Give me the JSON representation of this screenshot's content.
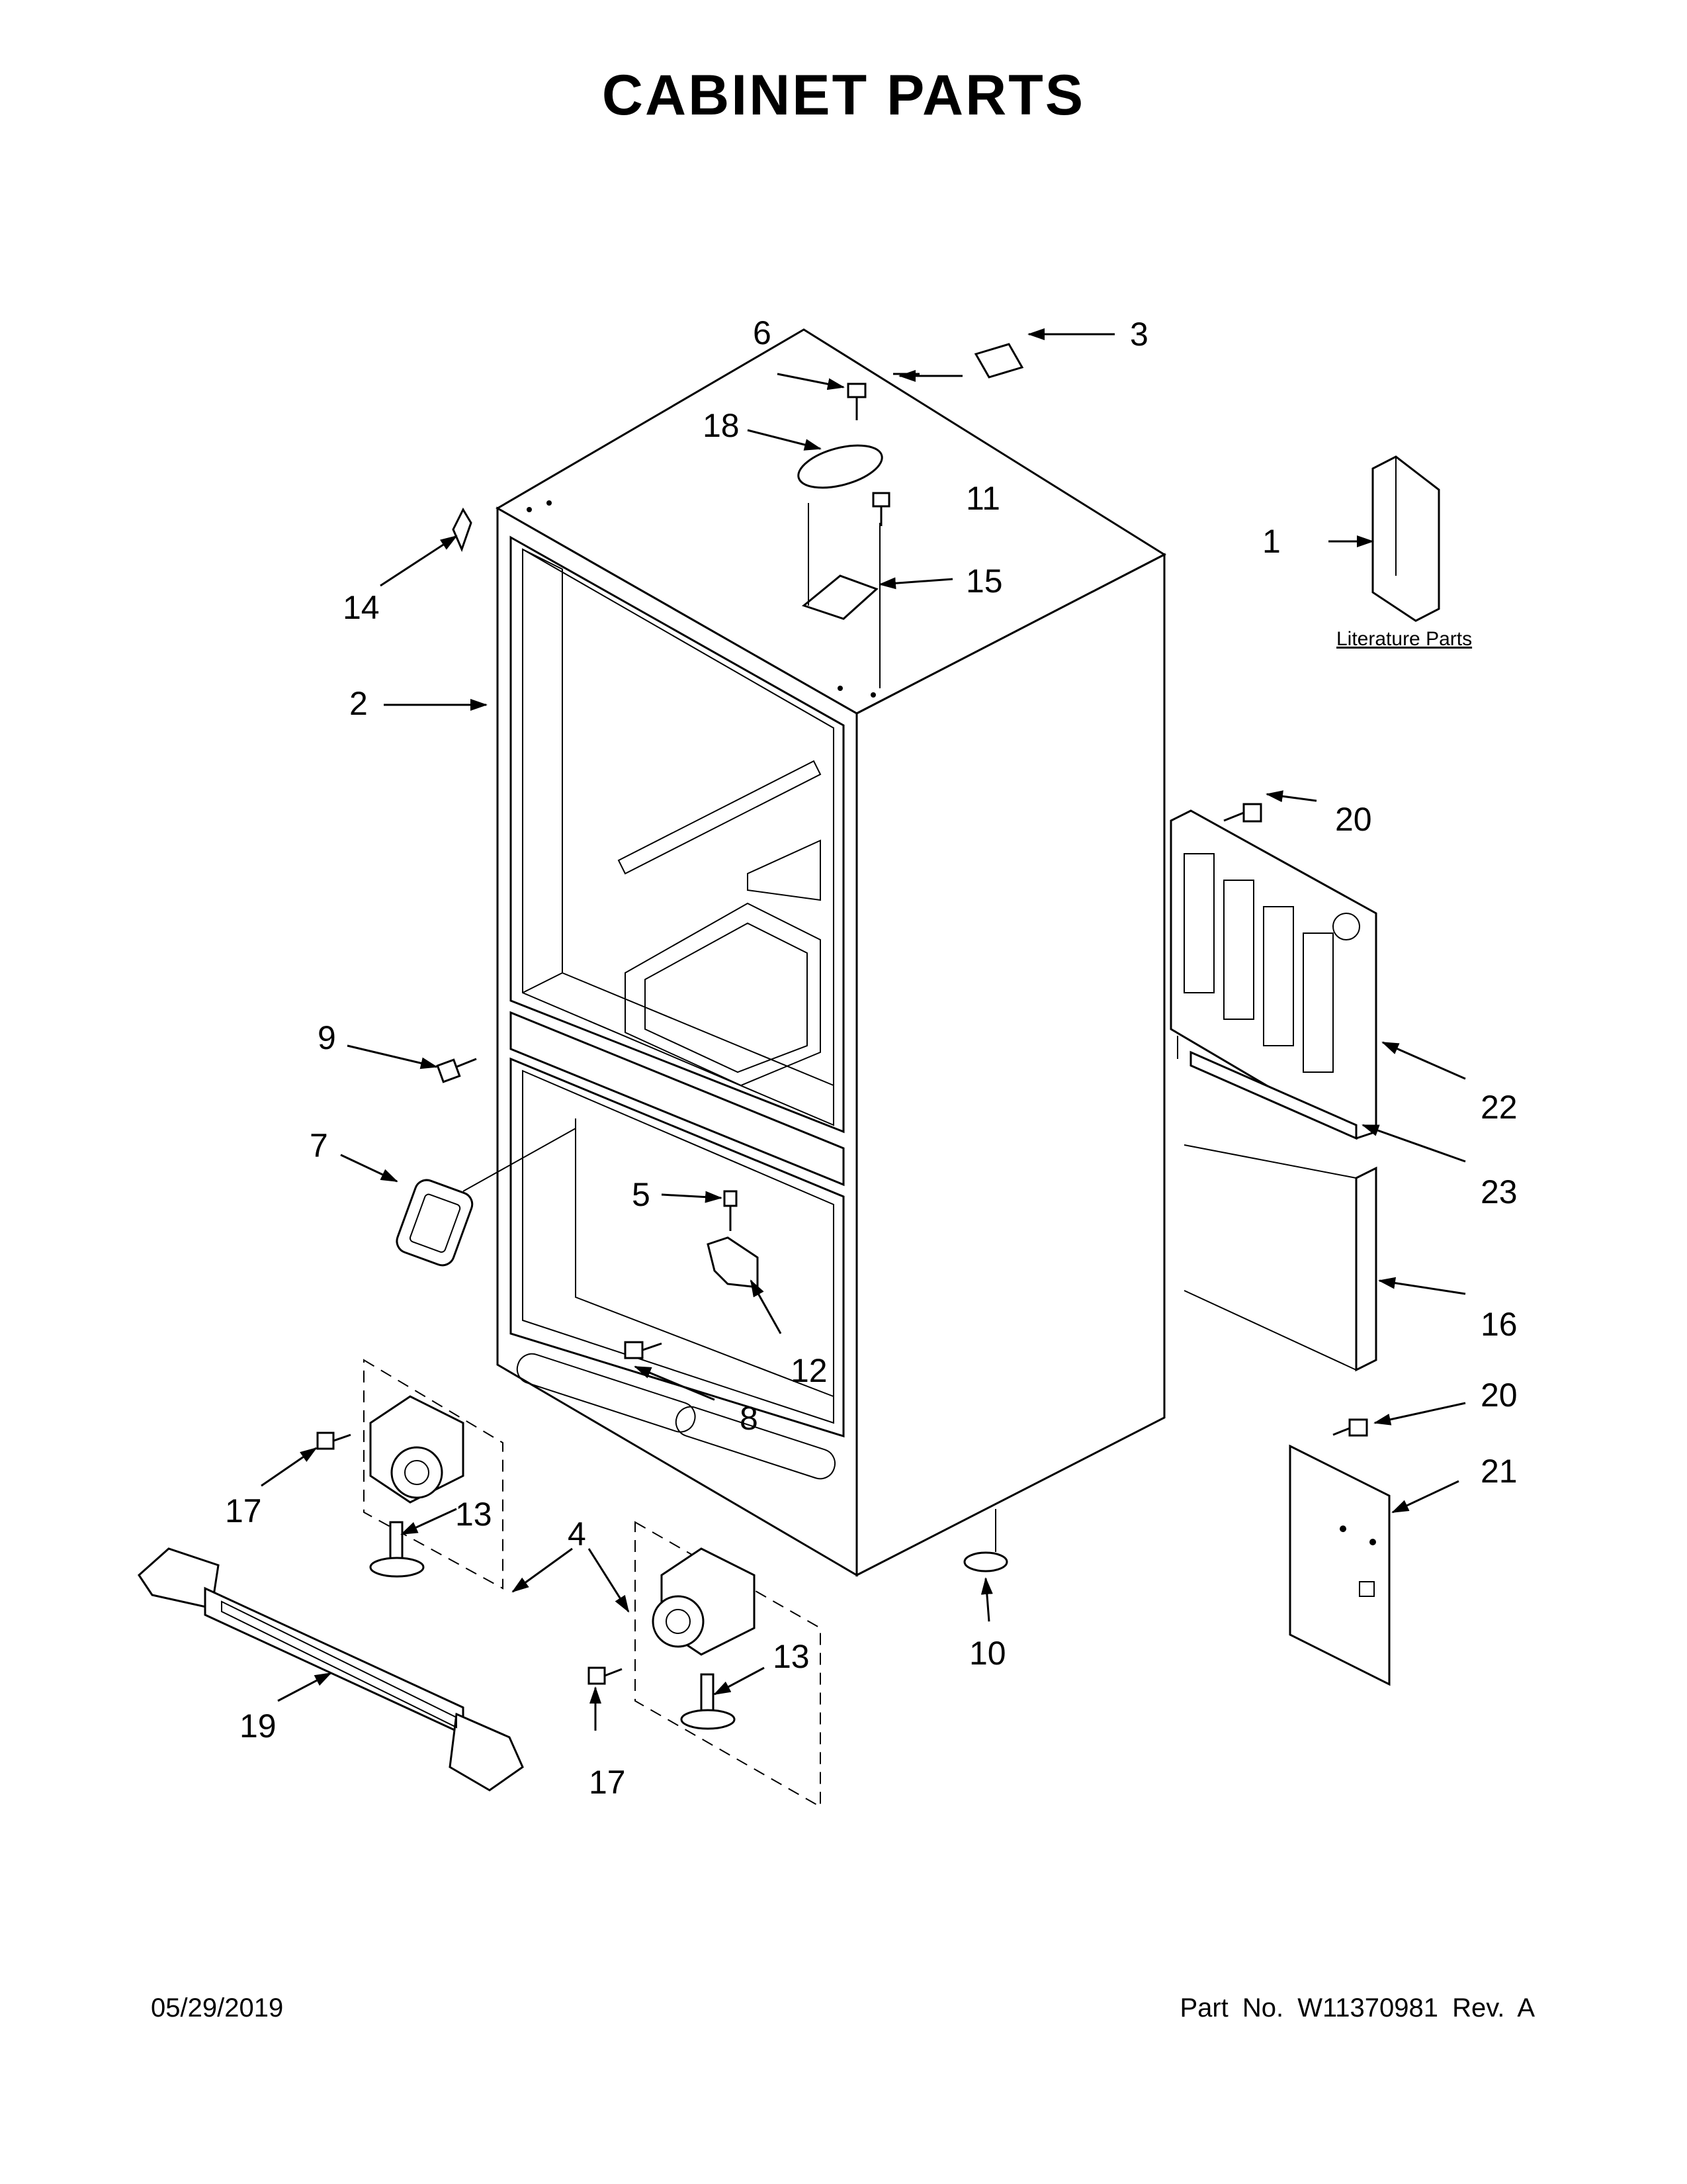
{
  "title": "CABINET PARTS",
  "footer": {
    "date": "05/29/2019",
    "part_info": "Part No.  W11370981  Rev.  A"
  },
  "literature_label": "Literature Parts",
  "callouts": {
    "c1": "1",
    "c2": "2",
    "c3": "3",
    "c4": "4",
    "c5": "5",
    "c6": "6",
    "c7": "7",
    "c8": "8",
    "c9": "9",
    "c10": "10",
    "c11": "11",
    "c12": "12",
    "c13a": "13",
    "c13b": "13",
    "c14": "14",
    "c15": "15",
    "c16": "16",
    "c17a": "17",
    "c17b": "17",
    "c18": "18",
    "c19": "19",
    "c20a": "20",
    "c20b": "20",
    "c21": "21",
    "c22": "22",
    "c23": "23"
  }
}
